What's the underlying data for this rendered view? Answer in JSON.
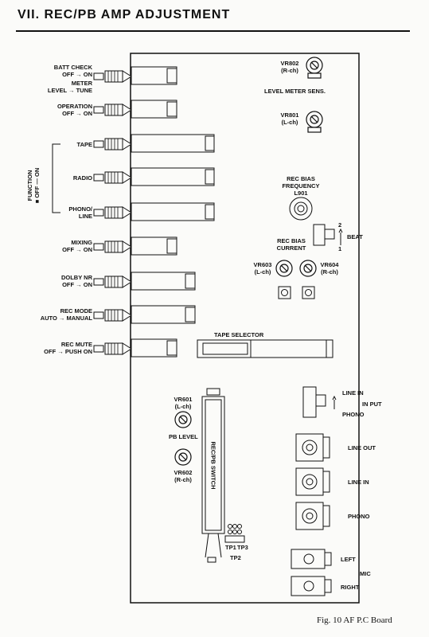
{
  "title": "VII.  REC/PB AMP ADJUSTMENT",
  "caption": "Fig. 10 AF P.C Board",
  "switches": {
    "batt_check": {
      "l1": "BATT CHECK",
      "l2": "OFF → ON"
    },
    "meter": {
      "l1": "METER",
      "l2": "LEVEL → TUNE"
    },
    "operation": {
      "l1": "OPERATION",
      "l2": "OFF → ON"
    },
    "tape": "TAPE",
    "radio": "RADIO",
    "phono_line": {
      "l1": "PHONO/",
      "l2": "LINE"
    },
    "function": "FUNCTION",
    "function_off_on": "■ OFF — ON",
    "mixing": {
      "l1": "MIXING",
      "l2": "OFF → ON"
    },
    "dolby_nr": {
      "l1": "DOLBY NR",
      "l2": "OFF → ON"
    },
    "rec_mode": {
      "l1": "REC MODE",
      "l2": "AUTO → MANUAL"
    },
    "rec_mute": {
      "l1": "REC MUTE",
      "l2": "OFF → PUSH ON"
    }
  },
  "controls": {
    "vr802": {
      "l1": "VR802",
      "l2": "(R-ch)"
    },
    "level_meter_sens": "LEVEL METER SENS.",
    "vr801": {
      "l1": "VR801",
      "l2": "(L-ch)"
    },
    "rec_bias_freq": {
      "l1": "REC BIAS",
      "l2": "FREQUENCY",
      "l3": "L901"
    },
    "beat_2": "2",
    "beat_1": "1",
    "beat": "BEAT",
    "rec_bias_current": {
      "l1": "REC BIAS",
      "l2": "CURRENT"
    },
    "vr603": {
      "l1": "VR603",
      "l2": "(L-ch)"
    },
    "vr604": {
      "l1": "VR604",
      "l2": "(R-ch)"
    },
    "tape_selector": "TAPE SELECTOR",
    "vr601": {
      "l1": "VR601",
      "l2": "(L-ch)"
    },
    "pb_level": "PB LEVEL",
    "vr602": {
      "l1": "VR602",
      "l2": "(R-ch)"
    },
    "rec_pb_switch": "REC/PB SWITCH",
    "tp1": "TP1",
    "tp3": "TP3",
    "tp2": "TP2",
    "line_in_sel": "LINE IN",
    "phono_sel": "PHONO",
    "input": "IN PUT",
    "line_out": "LINE OUT",
    "line_in_jack": "LINE IN",
    "phono_jack": "PHONO",
    "left": "LEFT",
    "mic": "MIC",
    "right": "RIGHT"
  }
}
